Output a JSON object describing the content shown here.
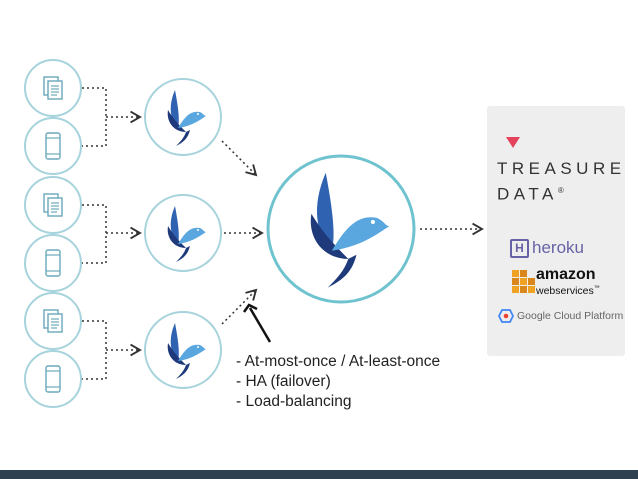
{
  "colors": {
    "circle_stroke": "#a7d3dc",
    "big_circle_stroke": "#6ec3cf",
    "bird_dark": "#1e3a7b",
    "bird_mid": "#2f63b2",
    "bird_light": "#5aa7e0",
    "connector": "#333333",
    "panel_bg": "#eeeeee",
    "footer": "#2f4050",
    "td_heart": "#e3415c",
    "heroku": "#6762a6",
    "aws_orange": "#f0a223"
  },
  "icons": {
    "source_document": "document-stack-icon",
    "source_phone": "smartphone-icon",
    "forwarder": "fluentd-bird-icon",
    "aggregator": "fluentd-bird-icon"
  },
  "notes": {
    "items": [
      "- At-most-once / At-least-once",
      "- HA (failover)",
      "- Load-balancing"
    ]
  },
  "destinations": {
    "treasure_data": {
      "line1": "TREASURE",
      "line2": "DATA",
      "mark": "®"
    },
    "heroku": {
      "badge": "H",
      "label": "heroku"
    },
    "aws": {
      "line1": "amazon",
      "line2": "webservices",
      "mark": "™"
    },
    "gcp": {
      "label": "Google Cloud Platform"
    }
  }
}
